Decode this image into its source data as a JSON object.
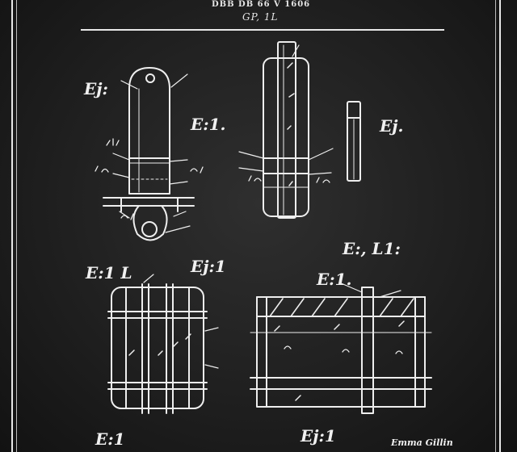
{
  "header": {
    "line1": "DBB  DB 66 V 1606",
    "line2": "GP, 1L"
  },
  "figures": {
    "fig_top_left": "Ej:",
    "fig_top_mid": "E:1.",
    "fig_top_right": "Ej.",
    "fig_mid_right_a": "E:, L1:",
    "fig_mid_right_b": "E:1.",
    "fig_mid_left_a": "E:1 L",
    "fig_mid_left_b": "Ej:1",
    "fig_bottom_left": "E:1",
    "fig_bottom_mid": "Ej:1"
  },
  "signature": "Emma Gillin",
  "colors": {
    "background": "#222222",
    "ink": "#eeeeee"
  }
}
